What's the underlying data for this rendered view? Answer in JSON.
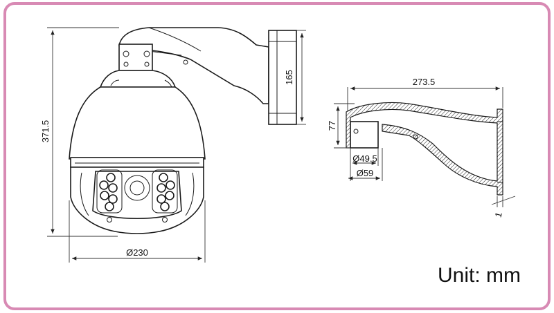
{
  "dimensions": {
    "overall_height": "371.5",
    "bracket_height": "165",
    "dome_diameter": "Ø230",
    "bracket_length": "273.5",
    "bracket_drop": "77",
    "inner_diameter": "Ø49.5",
    "outer_diameter": "Ø59",
    "wall_thickness": "1"
  },
  "unit_label": "Unit: mm",
  "colors": {
    "frame_border": "#d88ab4",
    "line": "#1a1a1a"
  }
}
